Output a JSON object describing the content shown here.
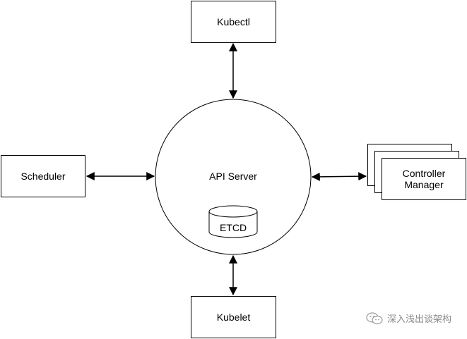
{
  "nodes": {
    "kubectl": "Kubectl",
    "scheduler": "Scheduler",
    "api_server": "API Server",
    "etcd": "ETCD",
    "controller_manager": "Controller\nManager",
    "kubelet": "Kubelet"
  },
  "watermark": {
    "text": "深入浅出谈架构",
    "icon": "wechat-icon"
  },
  "colors": {
    "stroke": "#000000",
    "background": "#ffffff",
    "watermark": "#8a8a8a"
  }
}
